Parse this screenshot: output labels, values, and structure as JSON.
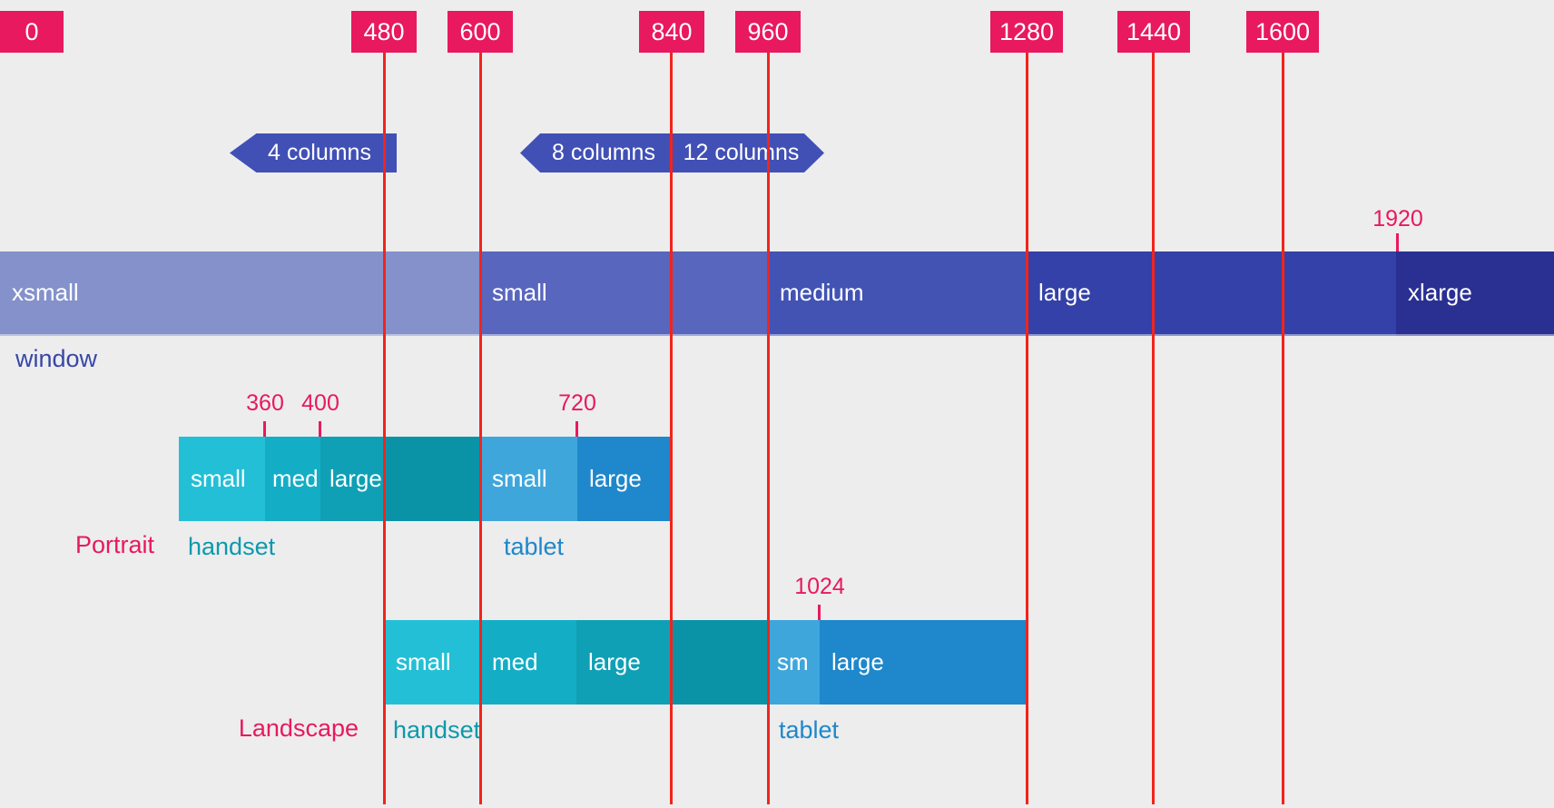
{
  "colors": {
    "background": "#EDEDED",
    "pink_accent": "#E8195E",
    "red_grid_line": "#F2241C",
    "badge_indigo": "#4150B5",
    "window_segment_colors": [
      "#8591CB",
      "#5866BE",
      "#4253B4",
      "#3441A8",
      "#2A3092"
    ],
    "handset_segment_colors": [
      "#23BFD6",
      "#14ADC6",
      "#0FA0B5",
      "#0A93A7"
    ],
    "tablet_segment_colors": [
      "#3FA6DB",
      "#1F87CB"
    ],
    "window_caption_color": "#3946A8",
    "handset_caption_color": "#0C99AD",
    "tablet_caption_color": "#1E87CB"
  },
  "ruler": {
    "breakpoints": [
      "0",
      "480",
      "600",
      "840",
      "960",
      "1280",
      "1440",
      "1600"
    ]
  },
  "badges": {
    "four": "4 columns",
    "eight": "8 columns",
    "twelve": "12 columns"
  },
  "window": {
    "caption": "window",
    "segments": [
      "xsmall",
      "small",
      "medium",
      "large",
      "xlarge"
    ],
    "annotation_1920": "1920"
  },
  "portrait": {
    "caption": "Portrait",
    "handset_caption": "handset",
    "tablet_caption": "tablet",
    "handset_segments": [
      "small",
      "med",
      "large"
    ],
    "tablet_segments": [
      "small",
      "large"
    ],
    "ticks": [
      "360",
      "400",
      "720"
    ]
  },
  "landscape": {
    "caption": "Landscape",
    "handset_caption": "handset",
    "tablet_caption": "tablet",
    "handset_segments": [
      "small",
      "med",
      "large"
    ],
    "tablet_segments": [
      "sm",
      "large"
    ],
    "ticks": [
      "1024"
    ]
  }
}
